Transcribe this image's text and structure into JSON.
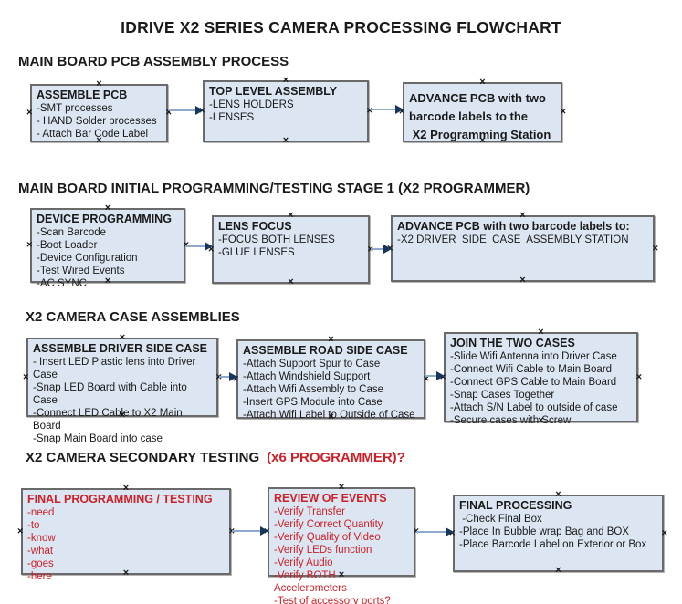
{
  "title": "IDRIVE X2  SERIES CAMERA PROCESSING FLOWCHART",
  "ui": {
    "connection_marker": "×"
  },
  "colors": {
    "box_fill": "#dce6f2",
    "box_border": "#6a6a6a",
    "red_text": "#cc2128",
    "arrow_line": "#8fa9cc",
    "arrow_head": "#16365c",
    "black_text": "#1a1a1a",
    "background": "#ffffff"
  },
  "sections": [
    {
      "heading": "MAIN BOARD PCB ASSEMBLY PROCESS",
      "boxes": [
        {
          "title": "ASSEMBLE PCB",
          "items": [
            "-SMT processes",
            "- HAND Solder processes",
            "- Attach Bar Code Label"
          ]
        },
        {
          "title": "TOP LEVEL ASSEMBLY",
          "items": [
            "-LENS HOLDERS",
            "-LENSES"
          ]
        },
        {
          "title": "ADVANCE PCB with two\nbarcode labels to the\n X2 Programming Station",
          "items": []
        }
      ]
    },
    {
      "heading": "MAIN BOARD INITIAL PROGRAMMING/TESTING STAGE 1 (X2 PROGRAMMER)",
      "boxes": [
        {
          "title": "DEVICE PROGRAMMING",
          "items": [
            "-Scan Barcode",
            "-Boot Loader",
            "-Device Configuration",
            "-Test Wired Events",
            "-AC SYNC"
          ]
        },
        {
          "title": "LENS FOCUS",
          "items": [
            "-FOCUS BOTH LENSES",
            "-GLUE LENSES"
          ]
        },
        {
          "title": "ADVANCE PCB with two barcode labels to:",
          "items": [
            "-X2 DRIVER  SIDE  CASE  ASSEMBLY STATION"
          ]
        }
      ]
    },
    {
      "heading": "X2 CAMERA CASE ASSEMBLIES",
      "boxes": [
        {
          "title": "ASSEMBLE DRIVER SIDE CASE",
          "items": [
            "- Insert LED Plastic lens into Driver Case",
            "-Snap LED Board with Cable into Case",
            "-Connect LED Cable to X2 Main Board",
            "-Snap Main Board into case"
          ]
        },
        {
          "title": "ASSEMBLE ROAD SIDE CASE",
          "items": [
            "-Attach Support Spur to Case",
            "-Attach Windshield Support",
            "-Attach Wifi Assembly to Case",
            "-Insert GPS Module into Case",
            "-Attach Wifi Label to Outside of Case"
          ]
        },
        {
          "title": "JOIN THE TWO CASES",
          "items": [
            "-Slide Wifi Antenna into Driver Case",
            "-Connect Wifi Cable to Main Board",
            "-Connect GPS Cable to Main Board",
            "-Snap Cases Together",
            "-Attach S/N Label to outside of case",
            "-Secure cases with Screw"
          ]
        }
      ]
    },
    {
      "heading": "X2 CAMERA SECONDARY TESTING",
      "heading_suffix": "(x6 PROGRAMMER)?",
      "boxes": [
        {
          "title": "FINAL PROGRAMMING / TESTING",
          "items": [
            "-need",
            "-to",
            "-know",
            "-what",
            "-goes",
            "-here"
          ]
        },
        {
          "title": "REVIEW OF EVENTS",
          "items": [
            "-Verify Transfer",
            "-Verify Correct Quantity",
            "-Verify Quality of Video",
            "-Verify LEDs function",
            "-Verify Audio",
            "-Verify BOTH Accelerometers",
            "-Test of accessory ports?"
          ]
        },
        {
          "title": "FINAL PROCESSING",
          "items": [
            " -Check Final Box",
            "-Place In Bubble wrap Bag and BOX",
            "-Place Barcode Label on Exterior or Box"
          ]
        }
      ]
    }
  ]
}
